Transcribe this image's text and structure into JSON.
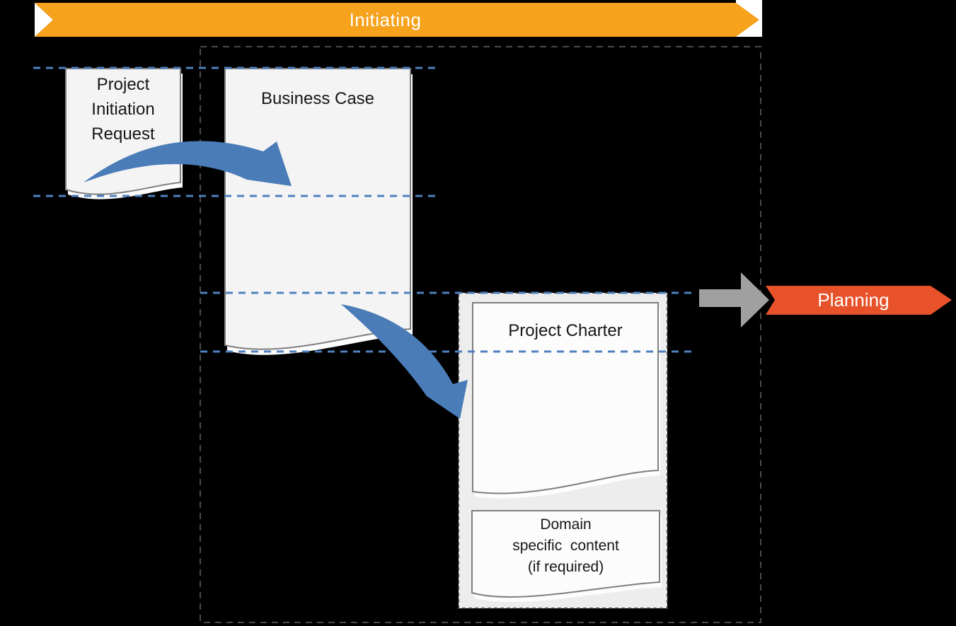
{
  "banner": {
    "label": "Initiating"
  },
  "planning": {
    "label": "Planning"
  },
  "docs": {
    "pir": {
      "lines": [
        "Project",
        "Initiation",
        "Request"
      ]
    },
    "business_case": {
      "title": "Business Case"
    },
    "project_charter": {
      "title": "Project Charter"
    },
    "domain": {
      "lines": [
        "Domain",
        "specific  content",
        "(if required)"
      ]
    }
  },
  "colors": {
    "background": "#000000",
    "banner_orange": "#F7A21C",
    "planning_orange": "#E8522A",
    "arrow_blue": "#4A7CB8",
    "dash_blue": "#4E81BE",
    "arrow_gray": "#A0A0A0",
    "doc_fill": "#F4F4F4",
    "doc_fill_bright": "#FCFCFC",
    "doc_border": "#7F7F7F",
    "container_fill": "#EDEDED",
    "container_border": "#3D3D3D",
    "frame_border": "#4A4A4A",
    "notch_white": "#FFFFFF"
  }
}
